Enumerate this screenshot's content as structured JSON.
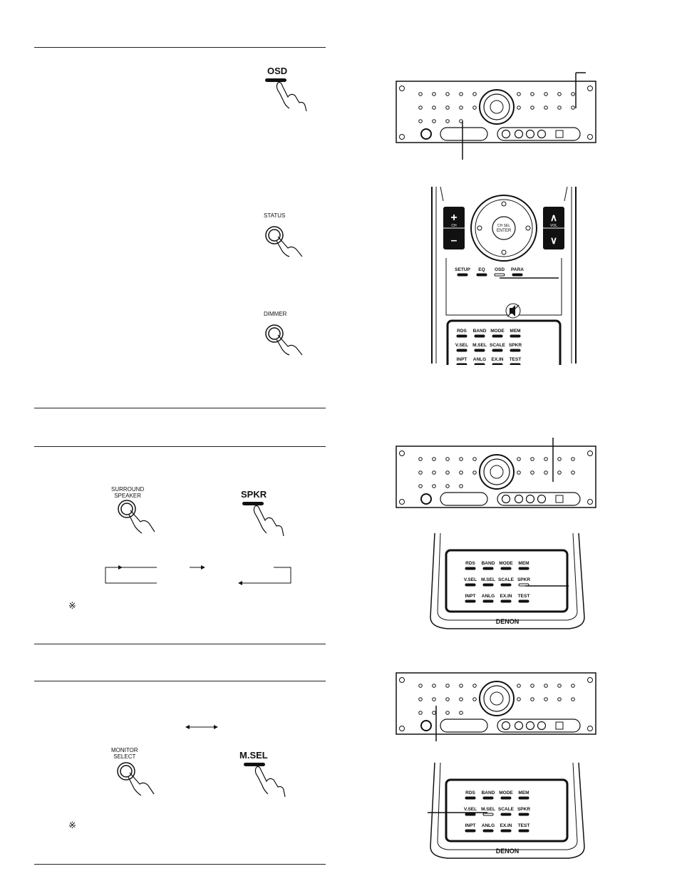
{
  "left": {
    "osd_label": "OSD",
    "status_label": "STATUS",
    "dimmer_label": "DIMMER",
    "surround_label": "SURROUND\nSPEAKER",
    "spkr_label": "SPKR",
    "monitor_label": "MONITOR\nSELECT",
    "msel_label": "M.SEL",
    "note_mark": "※"
  },
  "remote_top": {
    "ch_plus": "+",
    "ch": "CH",
    "ch_minus": "–",
    "vol_up": "∧",
    "vol": "VOL",
    "vol_down": "∨",
    "ch_sel": "CH SEL",
    "enter": "ENTER",
    "row_labels": [
      "SETUP",
      "EQ",
      "OSD",
      "PARA"
    ]
  },
  "remote_keypad": {
    "rows": [
      [
        "RDS",
        "BAND",
        "MODE",
        "MEM"
      ],
      [
        "V.SEL",
        "M.SEL",
        "SCALE",
        "SPKR"
      ],
      [
        "INPT",
        "ANLG",
        "EX.IN",
        "TEST"
      ]
    ],
    "brand": "DENON"
  }
}
